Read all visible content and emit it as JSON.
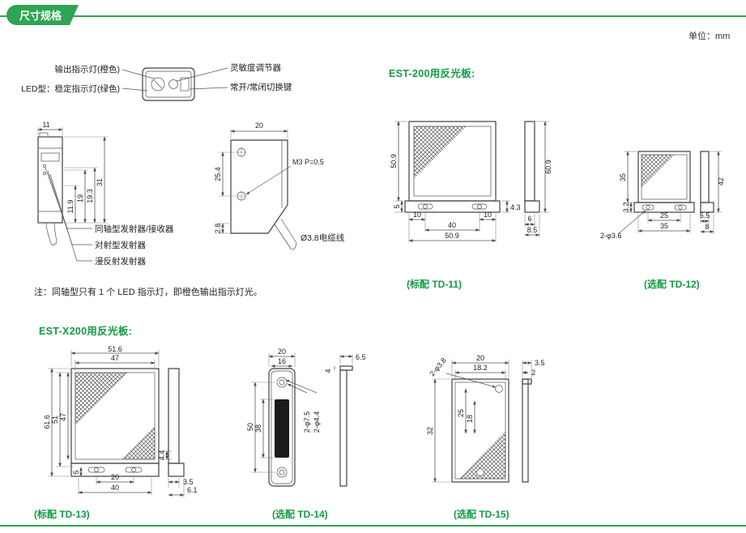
{
  "page": {
    "header_tab": "尺寸规格",
    "unit_label": "单位：mm"
  },
  "sensor": {
    "callout_output": "输出指示灯(橙色)",
    "callout_led": "LED型：稳定指示灯(绿色)",
    "callout_sensitivity": "灵敏度调节器",
    "callout_switch": "常开/常闭切换键",
    "front_width": "11",
    "front_h31": "31",
    "front_h193": "19.3",
    "front_h19": "19",
    "front_h119": "11.9",
    "type_coaxial": "同轴型发射器/接收器",
    "type_through": "对射型发射器",
    "type_diffuse": "漫反射发射器",
    "side_width": "20",
    "side_h254": "25.4",
    "side_h28": "2.8",
    "side_thread": "M3 P=0.5",
    "side_cable": "Ø3.8电缆线",
    "note": "注：同轴型只有 1 个 LED 指示灯，即橙色输出指示灯光。"
  },
  "est200": {
    "title": "EST-200用反光板:",
    "td11": {
      "caption": "(标配 TD-11)",
      "height": "50.9",
      "base_h": "5",
      "hole_off_l": "10",
      "hole_off_r": "10",
      "hole_span": "40",
      "width": "50.9",
      "tab": "4.3",
      "side_height": "60.9",
      "side_w": "6",
      "side_base": "8.5"
    },
    "td12": {
      "caption": "(选配 TD-12)",
      "height": "35",
      "base_h": "3.2",
      "hole_span": "25",
      "width": "35",
      "holes": "2-φ3.6",
      "side_height": "42",
      "side_w": "5.5",
      "side_base": "8"
    }
  },
  "estx200": {
    "title": "EST-X200用反光板:",
    "td13": {
      "caption": "(标配 TD-13)",
      "top_w": "51.6",
      "top_w_inner": "47",
      "height": "61.6",
      "h2": "51",
      "h3": "47",
      "tab": "4.4",
      "base_h": "5",
      "slot_span": "20",
      "hole_span": "40",
      "side_w": "3.5",
      "side_base": "6.1"
    },
    "td14": {
      "caption": "(选配 TD-14)",
      "top_w": "20",
      "top_w_inner": "16",
      "height": "50",
      "strip_h": "38",
      "holes_cs": "2-φ7.5",
      "holes": "2-φ4.4",
      "side_top": "6.5",
      "side_w": "4"
    },
    "td15": {
      "caption": "(选配 TD-15)",
      "holes": "2-φ3.8",
      "top_w": "20",
      "top_w_inner": "18.2",
      "height": "32",
      "h2": "25",
      "h3": "18",
      "side_top": "3.5",
      "side_w": "2"
    }
  }
}
